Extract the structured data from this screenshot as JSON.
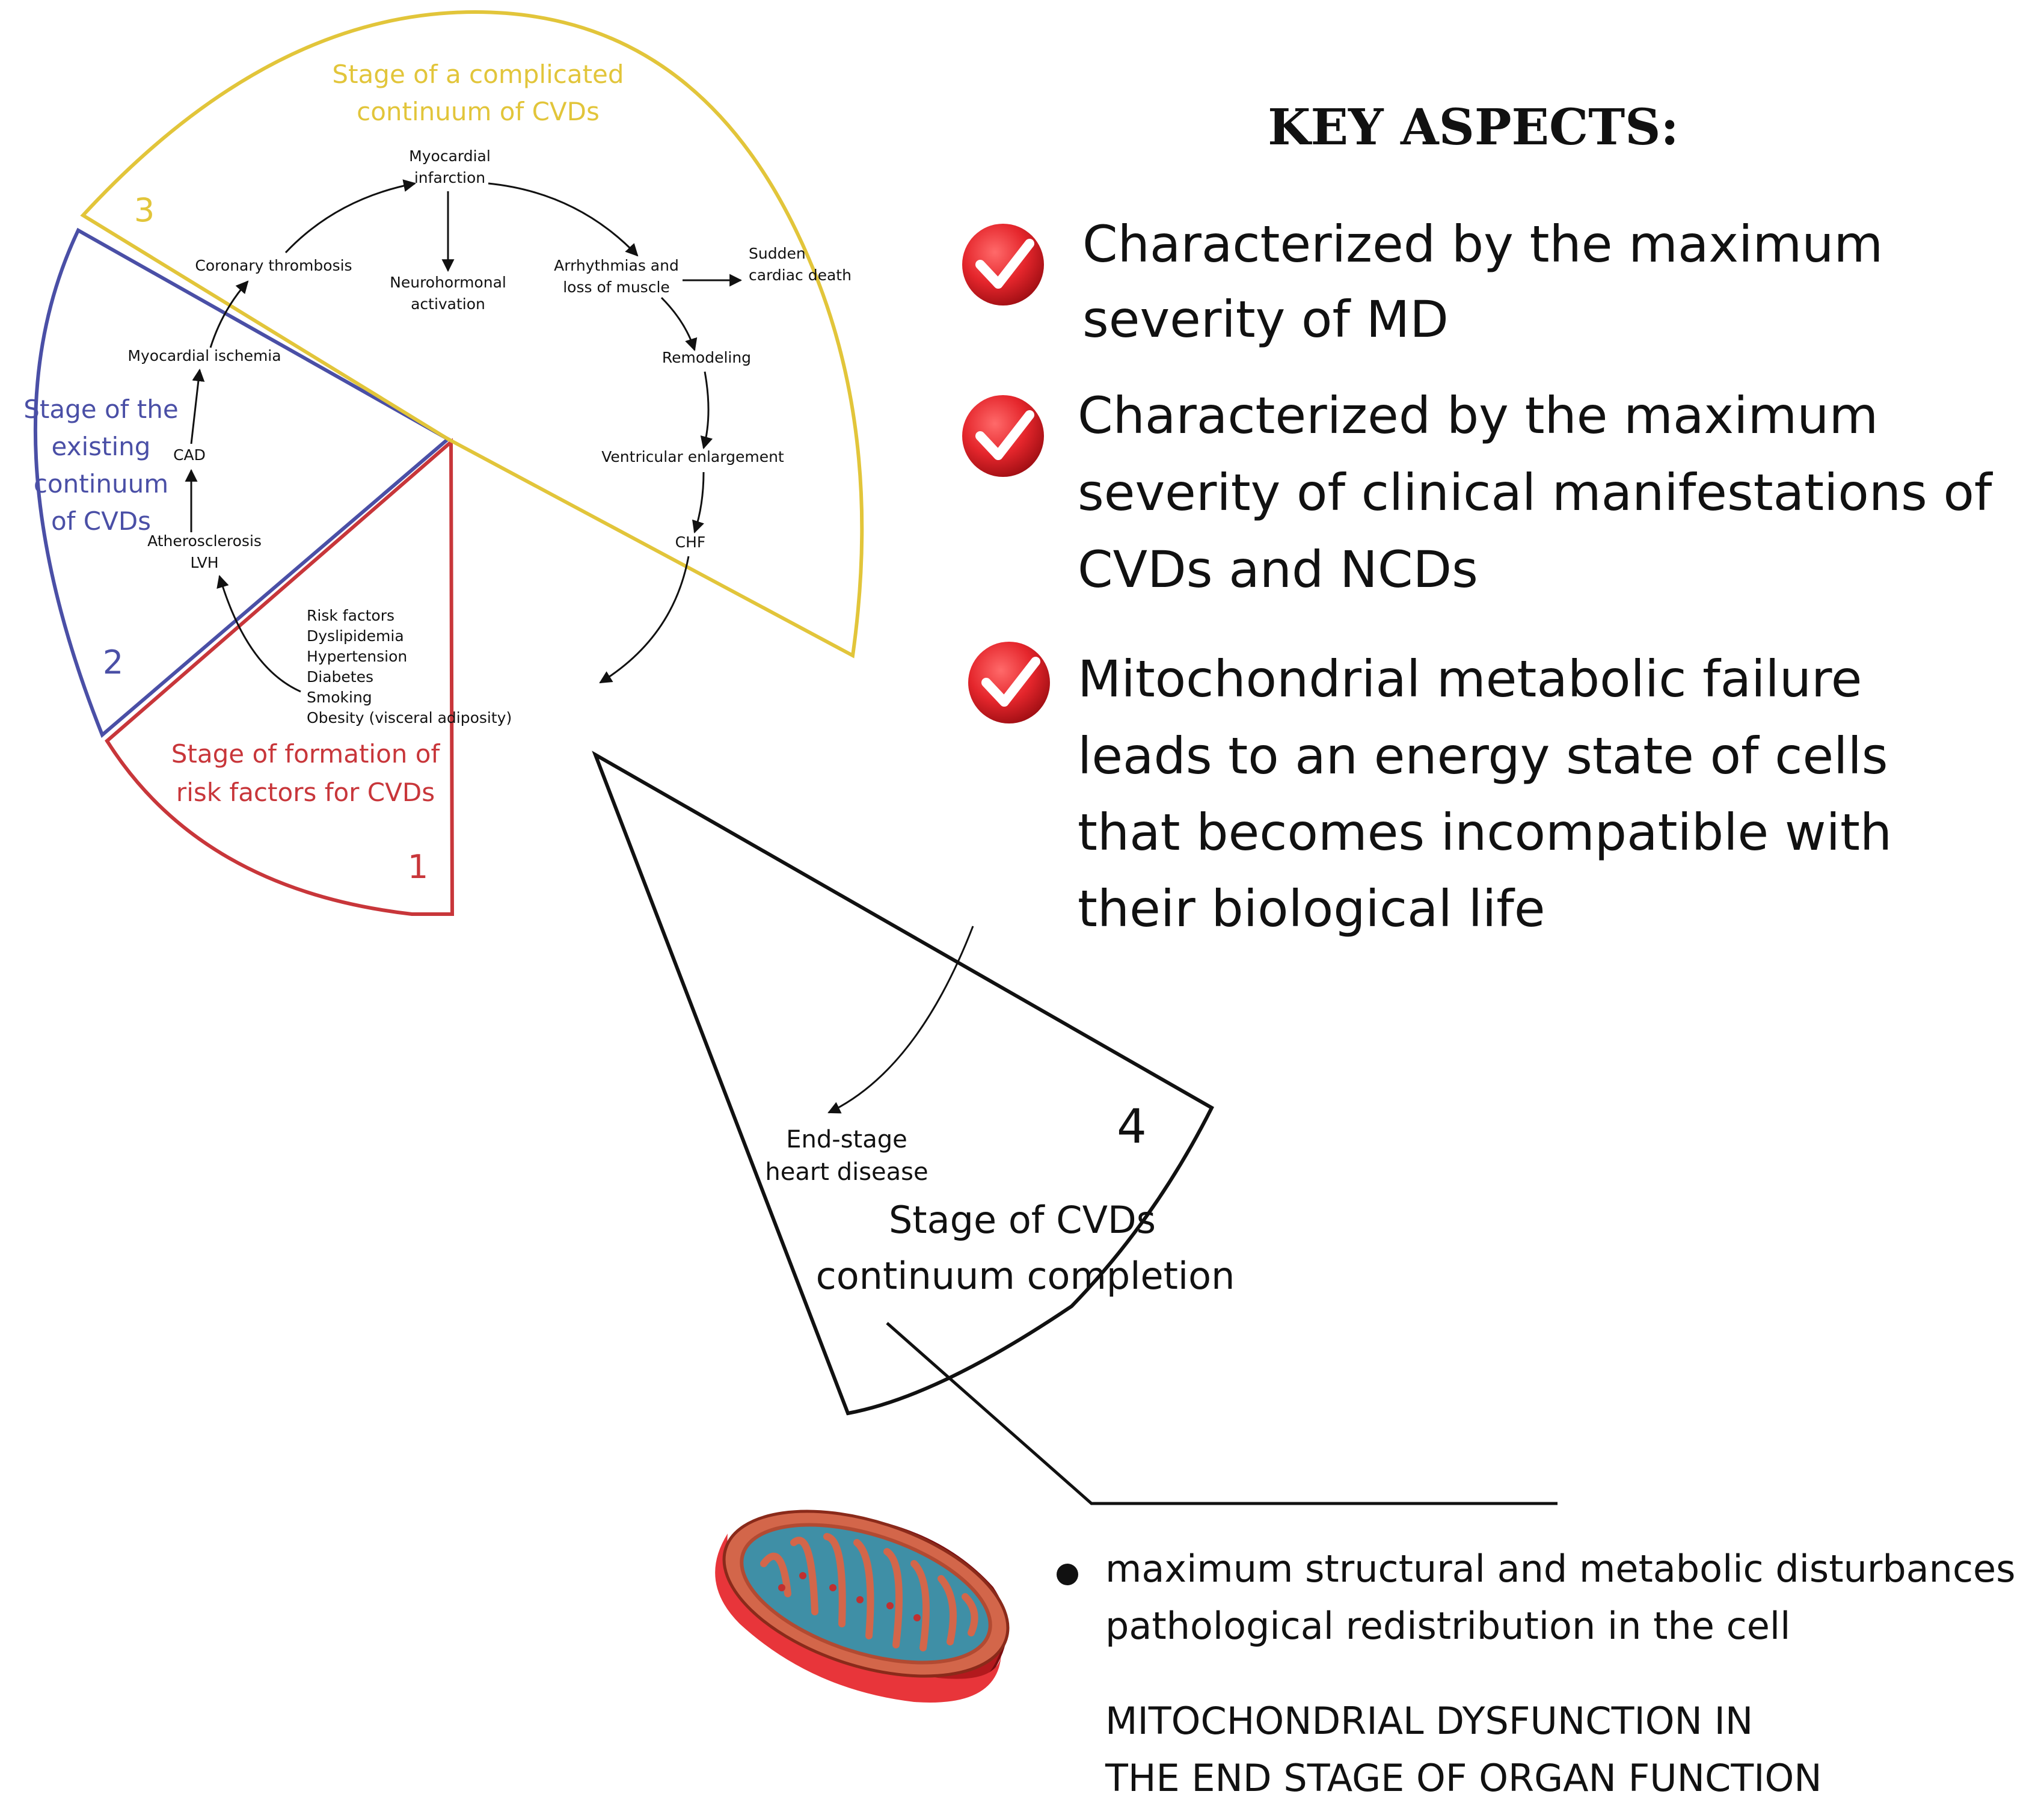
{
  "colors": {
    "stage1": "#c8363a",
    "stage2": "#4a4fa6",
    "stage3": "#e2c53a",
    "stage4": "#111111",
    "check_red": "#e5262c"
  },
  "stages": {
    "s1": {
      "title_lines": [
        "Stage of formation of",
        "risk factors for CVDs"
      ],
      "number": "1"
    },
    "s2": {
      "title_lines": [
        "Stage of the",
        "existing",
        "continuum",
        "of CVDs"
      ],
      "number": "2"
    },
    "s3": {
      "title_lines": [
        "Stage of a complicated",
        "continuum of CVDs"
      ],
      "number": "3"
    },
    "s4": {
      "title_lines": [
        "Stage of  CVDs",
        "continuum completion"
      ],
      "number": "4"
    }
  },
  "nodes": {
    "risk_factors": [
      "Risk factors",
      "Dyslipidemia",
      "Hypertension",
      "Diabetes",
      "Smoking",
      "Obesity (visceral adiposity)"
    ],
    "atherosclerosis": [
      "Atherosclerosis",
      "LVH"
    ],
    "cad": "CAD",
    "myocardial_ischemia": "Myocardial ischemia",
    "coronary_thrombosis": "Coronary thrombosis",
    "myocardial_infarction": [
      "Myocardial",
      "infarction"
    ],
    "neurohormonal": [
      "Neurohormonal",
      "activation"
    ],
    "arrhythmias": [
      "Arrhythmias and",
      "loss of muscle"
    ],
    "sudden_death": [
      "Sudden",
      "cardiac death"
    ],
    "remodeling": "Remodeling",
    "ventricular": "Ventricular enlargement",
    "chf": "CHF",
    "end_stage": [
      "End-stage",
      "heart disease"
    ]
  },
  "key_aspects": {
    "title": "KEY ASPECTS:",
    "items": [
      {
        "lines": [
          "Characterized by the maximum",
          "severity of MD"
        ]
      },
      {
        "lines": [
          "Characterized by the maximum",
          "severity of clinical manifestations of",
          "CVDs and NCDs"
        ]
      },
      {
        "lines": [
          "Mitochondrial metabolic failure",
          "leads to an energy state of cells",
          "that becomes incompatible with",
          "their biological life"
        ]
      }
    ]
  },
  "bottom": {
    "bullet_lines": [
      "maximum structural and metabolic disturbances",
      "pathological redistribution in the cell"
    ],
    "caption_lines": [
      "MITOCHONDRIAL DYSFUNCTION IN",
      "THE END STAGE OF ORGAN FUNCTION"
    ]
  }
}
